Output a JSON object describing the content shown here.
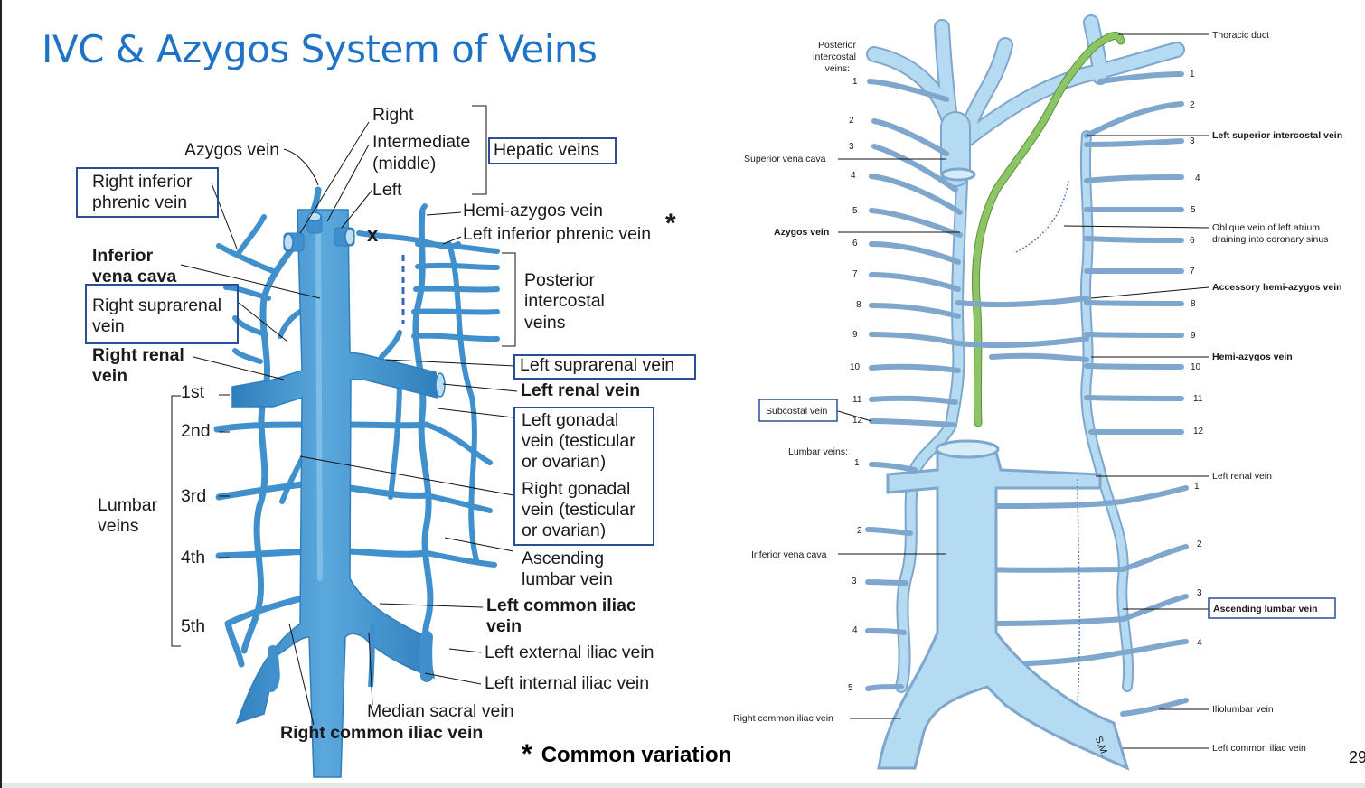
{
  "slide": {
    "title": "IVC & Azygos System of Veins",
    "page_number": "29",
    "footnote_symbol": "*",
    "footnote_text": "Common variation"
  },
  "left_diagram": {
    "labels": {
      "right": "Right",
      "intermediate": "Intermediate",
      "middle": "(middle)",
      "left": "Left",
      "hepatic_veins": "Hepatic veins",
      "azygos_vein": "Azygos vein",
      "right_inferior_phrenic_1": "Right inferior",
      "right_inferior_phrenic_2": "phrenic vein",
      "hemi_azygos_vein": "Hemi-azygos vein",
      "left_inferior_phrenic": "Left inferior phrenic vein",
      "star": "*",
      "x_mark": "x",
      "inferior_vena_cava_1": "Inferior",
      "inferior_vena_cava_2": "vena cava",
      "posterior_intercostal_1": "Posterior",
      "posterior_intercostal_2": "intercostal",
      "posterior_intercostal_3": "veins",
      "right_suprarenal_1": "Right suprarenal",
      "right_suprarenal_2": "vein",
      "right_renal_1": "Right renal",
      "right_renal_2": "vein",
      "left_suprarenal": "Left suprarenal vein",
      "left_renal": "Left renal vein",
      "lumbar_1st": "1st",
      "lumbar_2nd": "2nd",
      "lumbar_3rd": "3rd",
      "lumbar_4th": "4th",
      "lumbar_5th": "5th",
      "lumbar_veins_1": "Lumbar",
      "lumbar_veins_2": "veins",
      "left_gonadal_1": "Left gonadal",
      "left_gonadal_2": "vein (testicular",
      "left_gonadal_3": "or ovarian)",
      "right_gonadal_1": "Right gonadal",
      "right_gonadal_2": "vein (testicular",
      "right_gonadal_3": "or ovarian)",
      "ascending_lumbar_1": "Ascending",
      "ascending_lumbar_2": "lumbar vein",
      "left_common_iliac_1": "Left common iliac",
      "left_common_iliac_2": "vein",
      "left_external_iliac": "Left external iliac vein",
      "left_internal_iliac": "Left internal iliac vein",
      "median_sacral": "Median sacral vein",
      "right_common_iliac": "Right common iliac vein"
    }
  },
  "right_diagram": {
    "labels": {
      "posterior_intercostal_1": "Posterior",
      "posterior_intercostal_2": "intercostal",
      "posterior_intercostal_3": "veins:",
      "superior_vena_cava": "Superior vena cava",
      "azygos_vein": "Azygos vein",
      "subcostal_vein": "Subcostal vein",
      "lumbar_veins": "Lumbar veins:",
      "inferior_vena_cava": "Inferior vena cava",
      "right_common_iliac": "Right common iliac vein",
      "thoracic_duct": "Thoracic duct",
      "left_superior_intercostal": "Left superior intercostal vein",
      "oblique_vein_1": "Oblique vein of left atrium",
      "oblique_vein_2": "draining into coronary sinus",
      "accessory_hemi_azygos": "Accessory hemi-azygos vein",
      "hemi_azygos": "Hemi-azygos vein",
      "left_renal": "Left renal vein",
      "ascending_lumbar": "Ascending lumbar vein",
      "iliolumbar": "Iliolumbar vein",
      "left_common_iliac": "Left common iliac vein",
      "signature": "S.M."
    },
    "right_intercostal_numbers": [
      "1",
      "2",
      "3",
      "4",
      "5",
      "6",
      "7",
      "8",
      "9",
      "10",
      "11",
      "12"
    ],
    "left_intercostal_numbers": [
      "1",
      "2",
      "3",
      "4",
      "5",
      "6",
      "7",
      "8",
      "9",
      "10",
      "11",
      "12"
    ],
    "right_lumbar_numbers": [
      "1",
      "2",
      "3",
      "4",
      "5"
    ],
    "left_lumbar_numbers": [
      "1",
      "2",
      "3",
      "4"
    ]
  },
  "colors": {
    "title": "#1e73c8",
    "vein_dark": "#3f90cc",
    "vein_light": "#a9d4ee",
    "thoracic_duct": "#8bc565",
    "box_border": "#2b4f96"
  }
}
